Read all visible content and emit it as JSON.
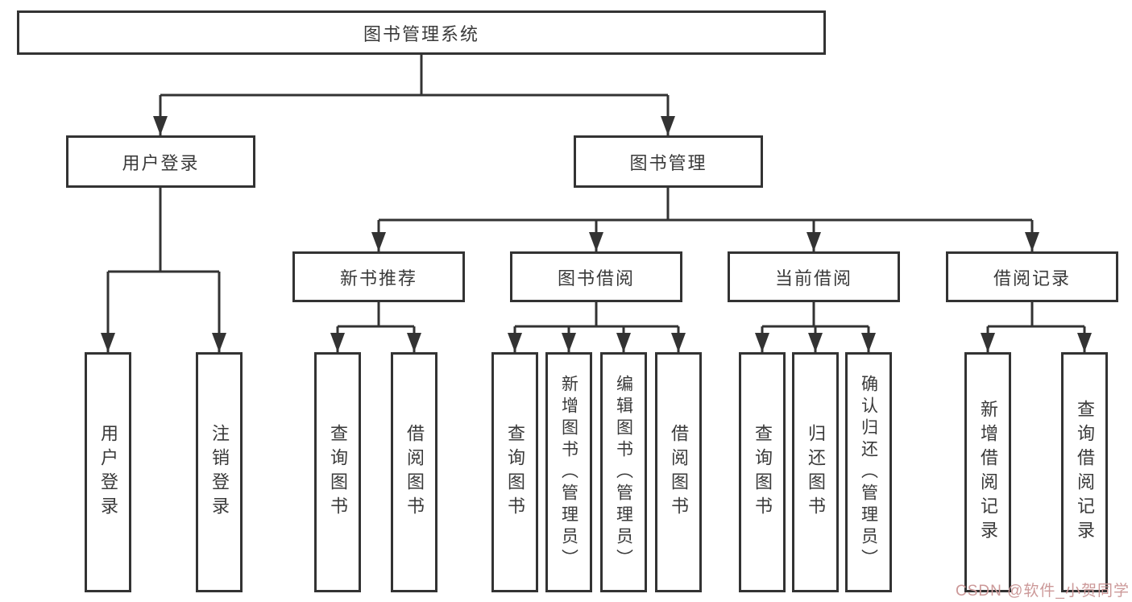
{
  "tree": {
    "label": "图书管理系统",
    "children": [
      {
        "label": "用户登录",
        "children": [
          {
            "label": "用户登录"
          },
          {
            "label": "注销登录"
          }
        ]
      },
      {
        "label": "图书管理",
        "children": [
          {
            "label": "新书推荐",
            "children": [
              {
                "label": "查询图书"
              },
              {
                "label": "借阅图书"
              }
            ]
          },
          {
            "label": "图书借阅",
            "children": [
              {
                "label": "查询图书"
              },
              {
                "label": "新增图书（管理员）"
              },
              {
                "label": "编辑图书（管理员）"
              },
              {
                "label": "借阅图书"
              }
            ]
          },
          {
            "label": "当前借阅",
            "children": [
              {
                "label": "查询图书"
              },
              {
                "label": "归还图书"
              },
              {
                "label": "确认归还（管理员）"
              }
            ]
          },
          {
            "label": "借阅记录",
            "children": [
              {
                "label": "新增借阅记录"
              },
              {
                "label": "查询借阅记录"
              }
            ]
          }
        ]
      }
    ]
  },
  "watermark": {
    "text": "CSDN @软件_小贺同学",
    "color": "#cc9999"
  },
  "style": {
    "line_color": "#333333",
    "box_border_color": "#333333",
    "text_color": "#3a3a3a",
    "background_color": "#ffffff"
  }
}
